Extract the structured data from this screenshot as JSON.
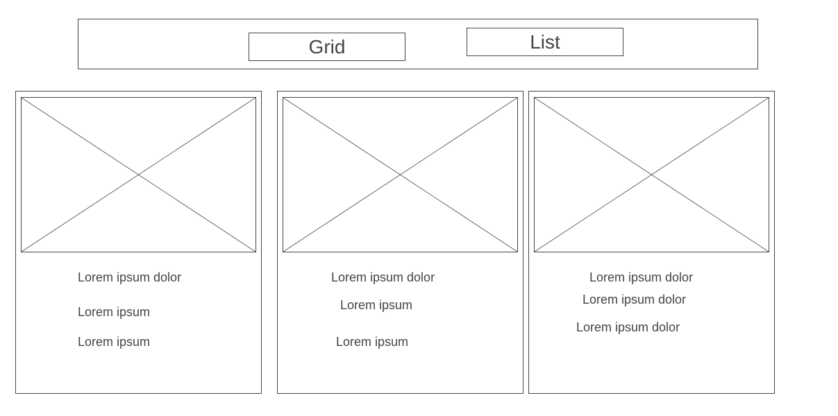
{
  "toolbar": {
    "grid_label": "Grid",
    "list_label": "List"
  },
  "cards": [
    {
      "image_icon": "image-placeholder-icon",
      "lines": [
        "Lorem ipsum dolor",
        "Lorem ipsum",
        "Lorem ipsum"
      ]
    },
    {
      "image_icon": "image-placeholder-icon",
      "lines": [
        "Lorem ipsum dolor",
        "Lorem ipsum",
        "Lorem ipsum"
      ]
    },
    {
      "image_icon": "image-placeholder-icon",
      "lines": [
        "Lorem ipsum dolor",
        "Lorem ipsum dolor",
        "Lorem ipsum dolor"
      ]
    }
  ],
  "colors": {
    "stroke": "#444444",
    "background": "#ffffff"
  }
}
